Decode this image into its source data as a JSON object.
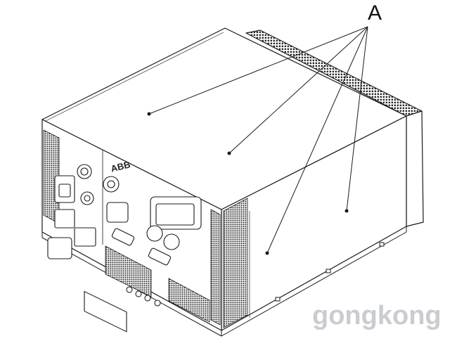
{
  "callout": {
    "label": "A"
  },
  "brand_text": "ABB",
  "watermark": "gongkong",
  "colors": {
    "line": "#1a1a1a",
    "watermark": "#c9cdd2",
    "vent": "#2a2a2a"
  }
}
